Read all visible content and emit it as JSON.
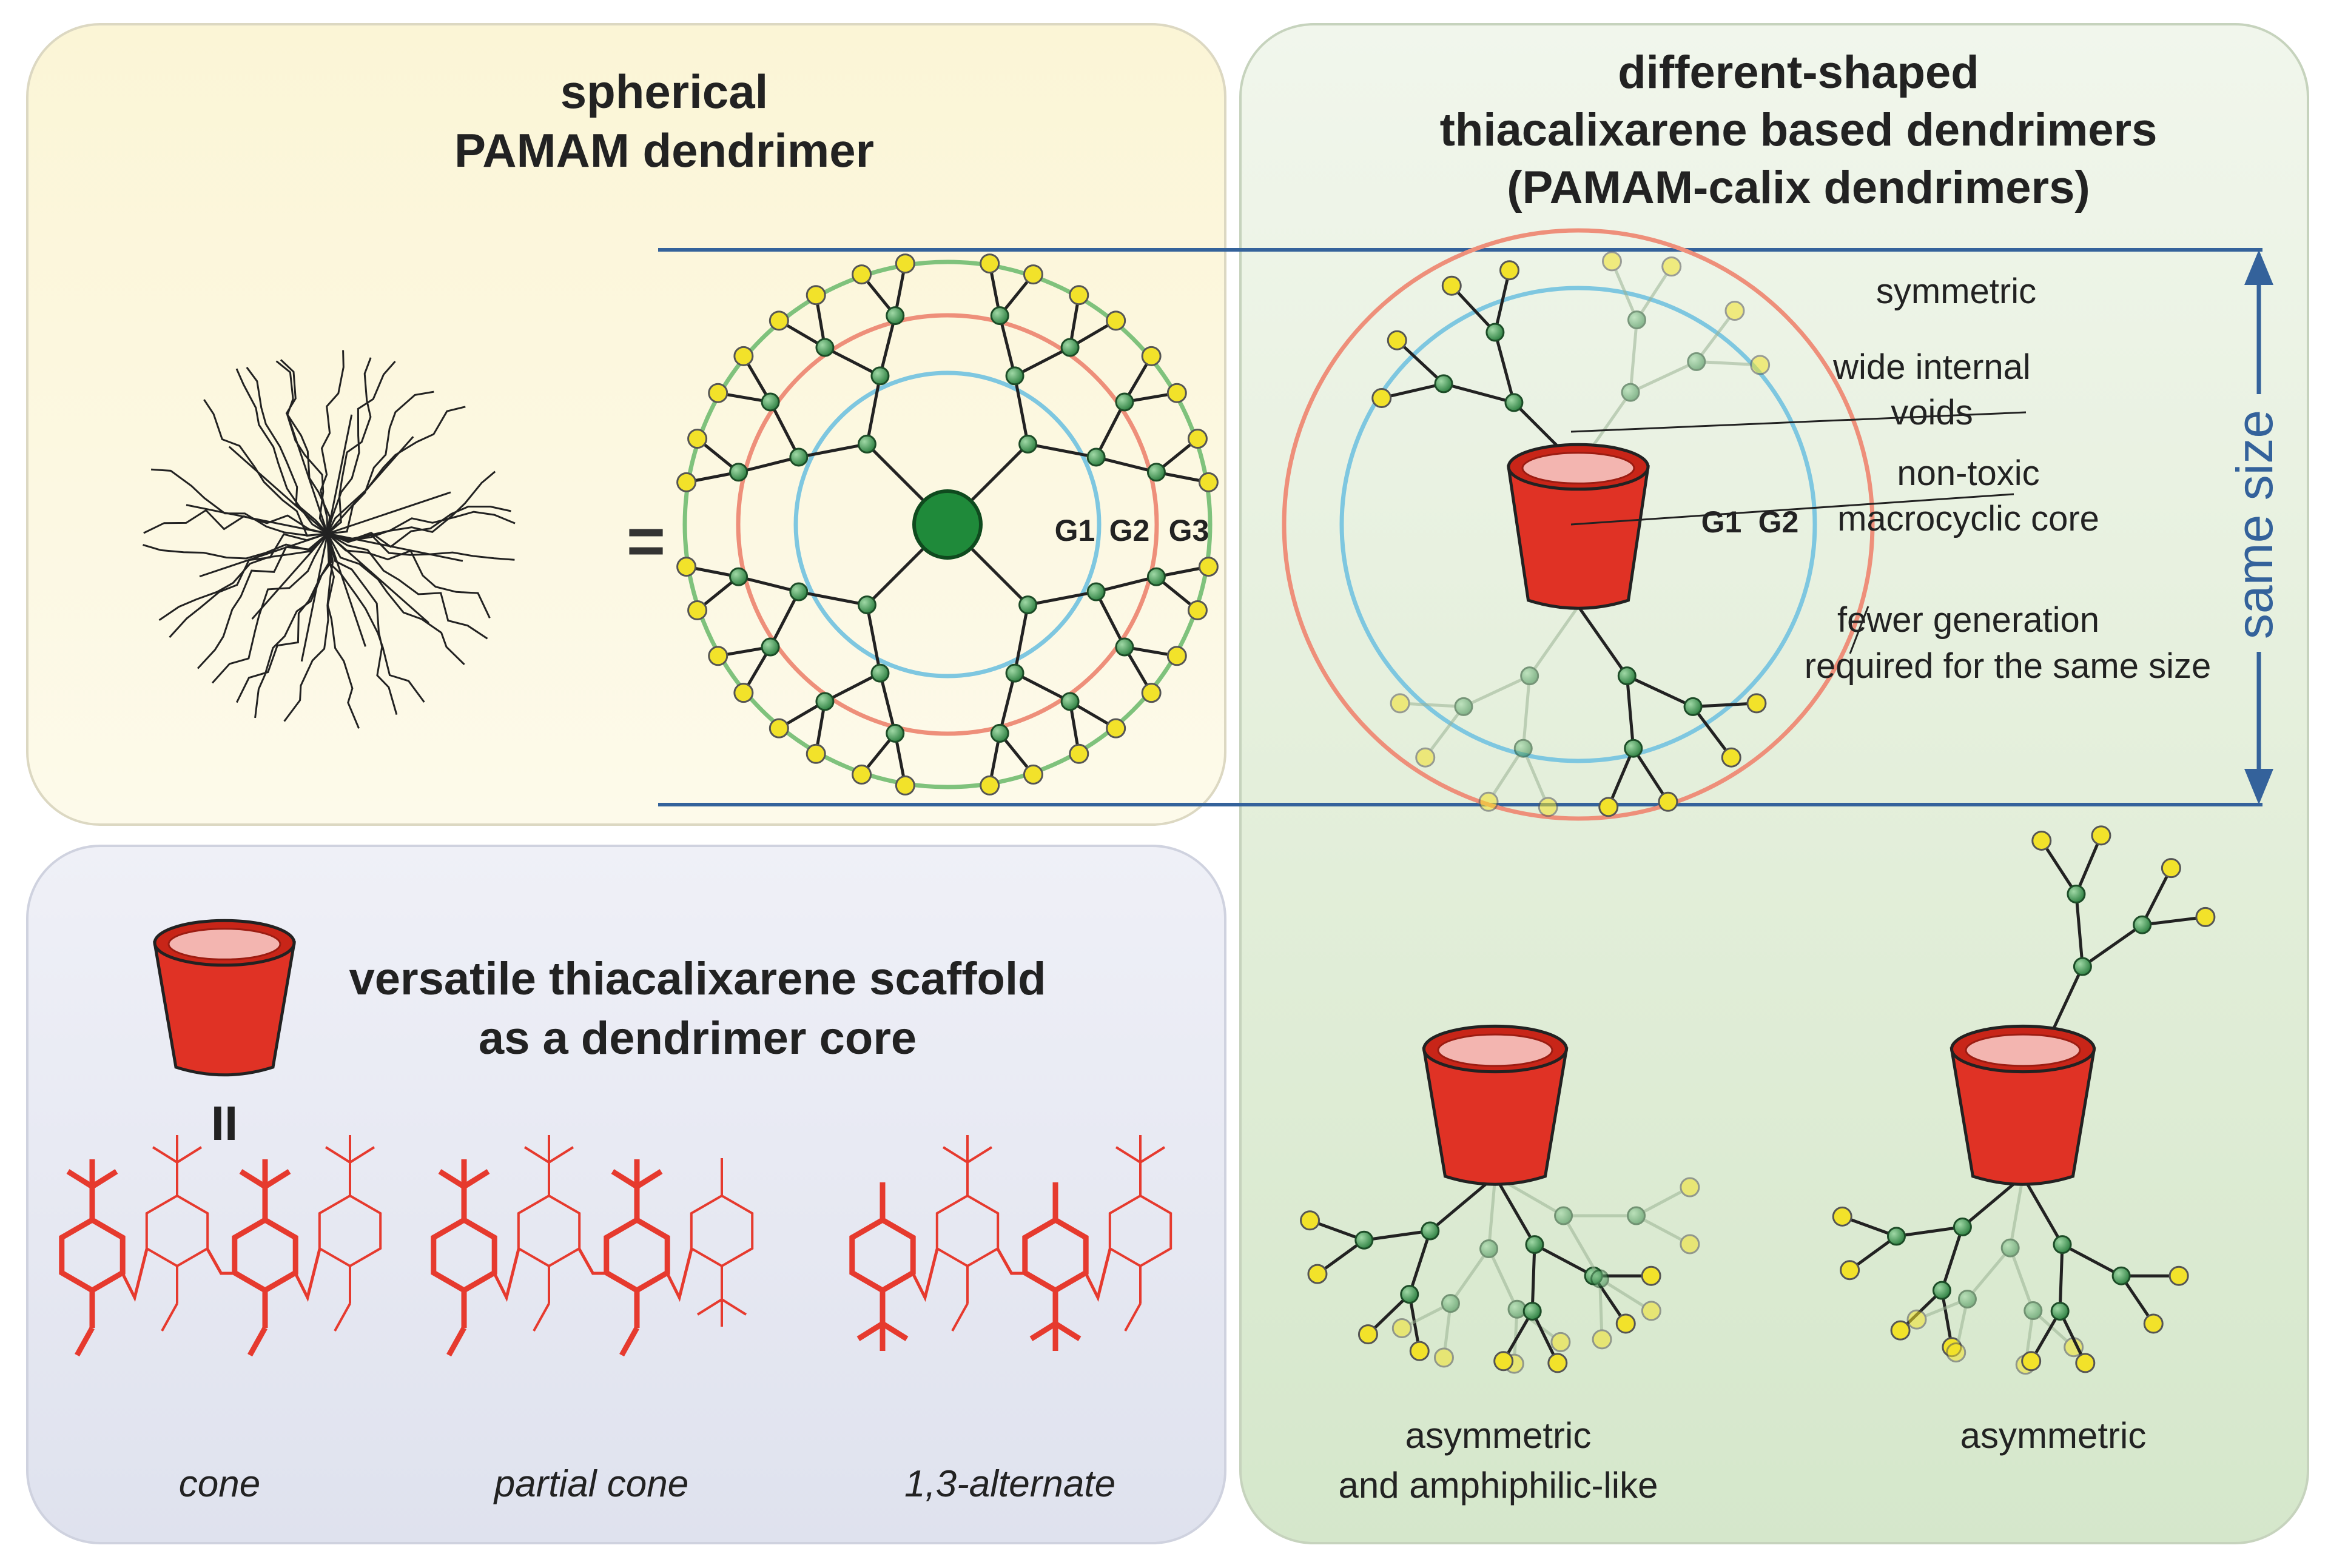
{
  "panels": {
    "pamam": {
      "title_line1": "spherical",
      "title_line2": "PAMAM dendrimer",
      "equals": "="
    },
    "calix": {
      "title_line1": "different-shaped",
      "title_line2": "thiacalixarene based dendrimers",
      "title_line3": "(PAMAM-calix dendrimers)"
    },
    "scaffold": {
      "title_line1": "versatile thiacalixarene scaffold",
      "title_line2": "as a dendrimer core",
      "equals": "II"
    }
  },
  "generations": {
    "g1": "G1",
    "g2": "G2",
    "g3": "G3"
  },
  "annotations": {
    "symmetric": "symmetric",
    "voids_line1": "wide internal",
    "voids_line2": "voids",
    "core_line1": "non-toxic",
    "core_line2": "macrocyclic core",
    "fewer_line1": "fewer generation",
    "fewer_line2": "required for the same size",
    "same_size": "same size"
  },
  "conformations": {
    "cone": "cone",
    "partial_cone": "partial cone",
    "alternate": "1,3-alternate"
  },
  "bottom_labels": {
    "amph_line1": "asymmetric",
    "amph_line2": "and amphiphilic-like",
    "asym": "asymmetric"
  },
  "colors": {
    "pamam_panel": "#fbf6dc",
    "calix_panel": "#e2eed9",
    "scaffold_panel": "#e4e6f1",
    "cup_red": "#e03225",
    "node_green": "#2e8b46",
    "node_yellow": "#f2e22a",
    "ring_blue": "#7ec7e0",
    "ring_red": "#ee8f7a",
    "ring_green": "#7fc27c",
    "guide_blue": "#34629b",
    "chem_red": "#e63a2e"
  }
}
